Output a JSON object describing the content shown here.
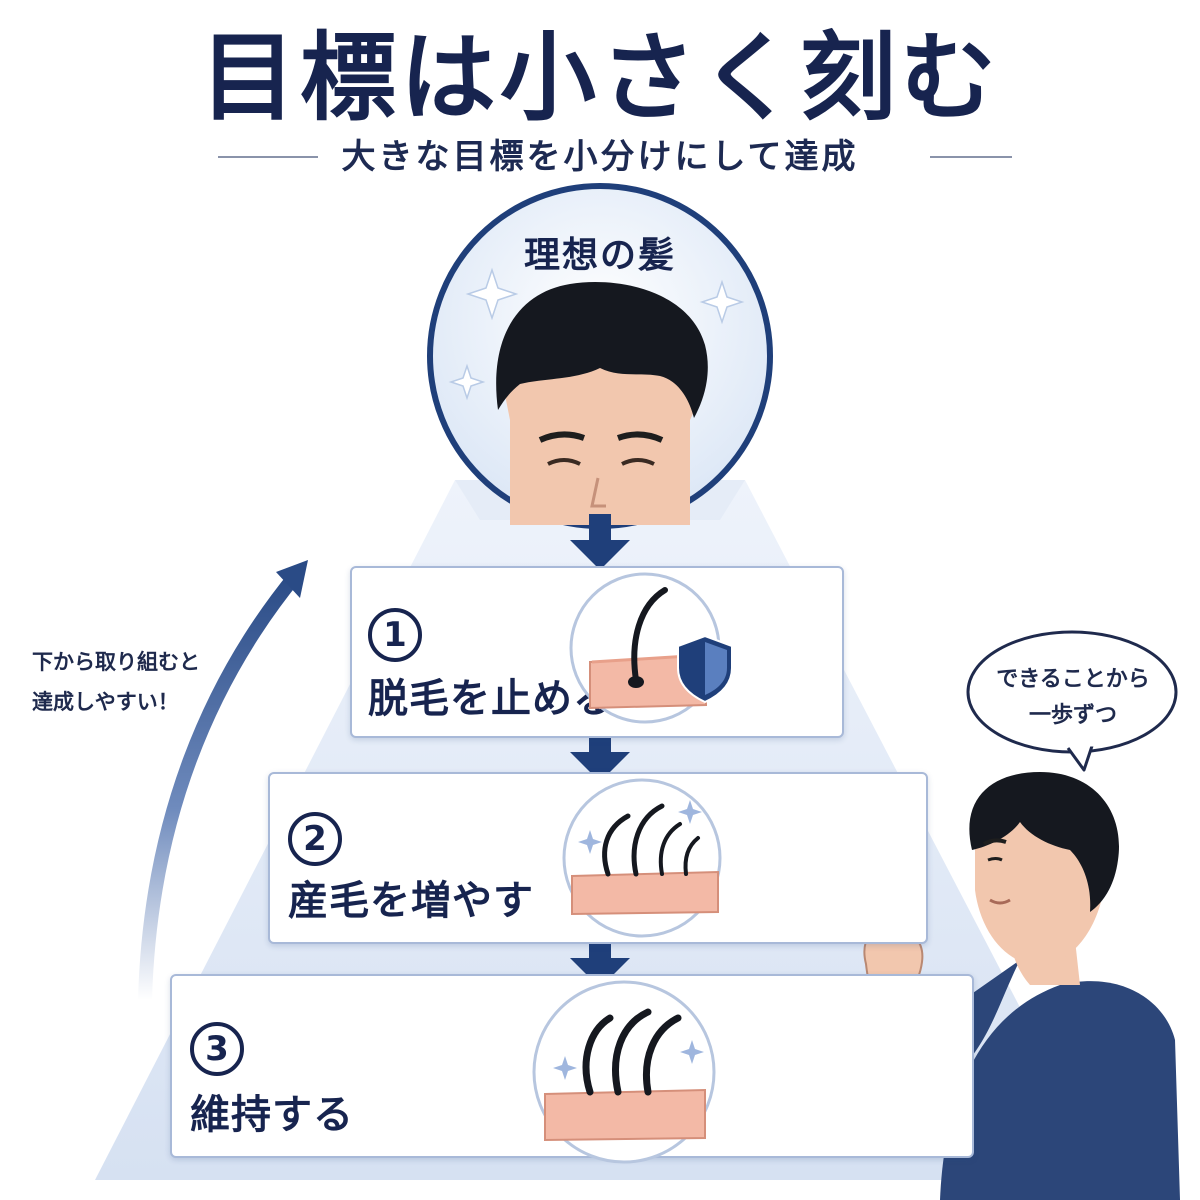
{
  "title": "目標は小さく刻む",
  "subtitle": "大きな目標を小分けにして達成",
  "goal": {
    "label": "理想の髪"
  },
  "steps": [
    {
      "number": "1",
      "label": "脱毛を止める"
    },
    {
      "number": "2",
      "label": "産毛を増やす"
    },
    {
      "number": "3",
      "label": "維持する"
    }
  ],
  "side_note": {
    "line1": "下から取り組むと",
    "line2": "達成しやすい！"
  },
  "speech_bubble": {
    "line1": "できることから",
    "line2": "一歩ずつ"
  },
  "colors": {
    "navy": "#17244f",
    "arrow_blue": "#1f3f7a",
    "pyramid_light": "#e4ecf8",
    "skin": "#f3b9a6",
    "shirt": "#2c4679"
  },
  "icons": [
    "shield-icon",
    "sparkle-icon",
    "down-arrow-icon",
    "up-curve-arrow-icon"
  ]
}
